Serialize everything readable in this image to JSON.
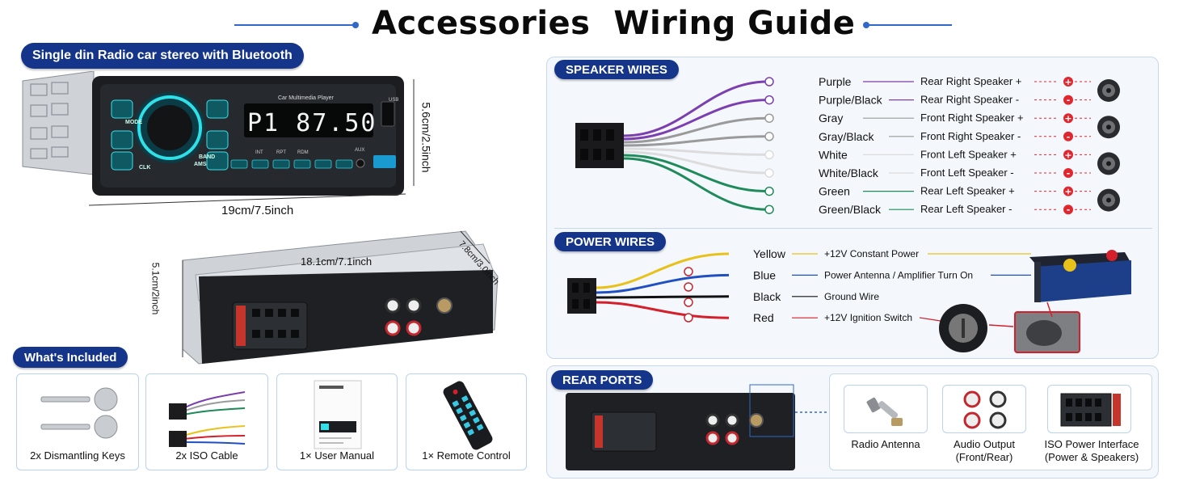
{
  "header": {
    "title": "Accessories  Wiring Guide"
  },
  "product": {
    "banner": "Single din Radio car stereo with Bluetooth",
    "display_label": "Car Multimedia Player",
    "display_text": "P1 87.50",
    "usb_label": "USB",
    "aux_label": "AUX",
    "button_labels": [
      "MODE",
      "CLK",
      "BAND",
      "AMS",
      "INT",
      "RPT",
      "RDM"
    ],
    "dim_width": "19cm/7.5inch",
    "dim_height": "5.6cm/2.5inch",
    "rear_dim_width": "18.1cm/7.1inch",
    "rear_dim_depth": "7.8cm/3.0inch",
    "rear_dim_height": "5.1cm/2inch"
  },
  "included": {
    "heading": "What's Included",
    "items": [
      {
        "label": "2x Dismantling Keys",
        "icon": "dismantling-keys-icon"
      },
      {
        "label": "2x ISO Cable",
        "icon": "iso-cable-icon"
      },
      {
        "label": "1× User Manual",
        "icon": "user-manual-icon"
      },
      {
        "label": "1× Remote Control",
        "icon": "remote-control-icon"
      }
    ]
  },
  "speaker_wires": {
    "heading": "SPEAKER WIRES",
    "rows": [
      {
        "color": "Purple",
        "function": "Rear Right Speaker +",
        "polarity": "+",
        "hex": "#7b3fb0"
      },
      {
        "color": "Purple/Black",
        "function": "Rear Right Speaker -",
        "polarity": "-",
        "hex": "#7b3fb0"
      },
      {
        "color": "Gray",
        "function": "Front Right Speaker +",
        "polarity": "+",
        "hex": "#9a9a9a"
      },
      {
        "color": "Gray/Black",
        "function": "Front Right Speaker -",
        "polarity": "-",
        "hex": "#9a9a9a"
      },
      {
        "color": "White",
        "function": "Front Left Speaker +",
        "polarity": "+",
        "hex": "#dcdcdc"
      },
      {
        "color": "White/Black",
        "function": "Front Left Speaker -",
        "polarity": "-",
        "hex": "#dcdcdc"
      },
      {
        "color": "Green",
        "function": "Rear Left Speaker +",
        "polarity": "+",
        "hex": "#1f8a5a"
      },
      {
        "color": "Green/Black",
        "function": "Rear Left Speaker -",
        "polarity": "-",
        "hex": "#1f8a5a"
      }
    ]
  },
  "power_wires": {
    "heading": "POWER WIRES",
    "rows": [
      {
        "color": "Yellow",
        "function": "+12V Constant Power",
        "hex": "#e8c21a"
      },
      {
        "color": "Blue",
        "function": "Power Antenna / Amplifier Turn On",
        "hex": "#1f4fc0"
      },
      {
        "color": "Black",
        "function": "Ground Wire",
        "hex": "#111111"
      },
      {
        "color": "Red",
        "function": "+12V Ignition Switch",
        "hex": "#d4202a"
      }
    ]
  },
  "rear_ports": {
    "heading": "REAR PORTS",
    "items": [
      {
        "label": "Radio Antenna",
        "sub": "",
        "icon": "radio-antenna-icon"
      },
      {
        "label": "Audio Output",
        "sub": "(Front/Rear)",
        "icon": "audio-output-icon"
      },
      {
        "label": "ISO Power Interface",
        "sub": "(Power & Speakers)",
        "icon": "iso-power-interface-icon"
      }
    ]
  },
  "colors": {
    "brand_blue": "#14358a",
    "accent_blue": "#2f68c6",
    "polarity_red": "#e0262e"
  }
}
